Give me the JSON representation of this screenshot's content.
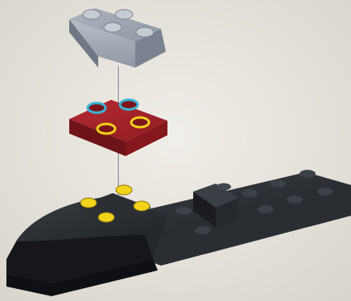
{
  "illustration": {
    "kind": "lego-exploded-assembly-step",
    "background": "#e6e3dc",
    "parts": [
      {
        "name": "gray-slope-brick",
        "color": "#8a93a0"
      },
      {
        "name": "red-plate-2x2",
        "color": "#9a1e24"
      },
      {
        "name": "black-base-assembly",
        "color": "#1f2226"
      }
    ],
    "highlight_colors": {
      "attach_points_yellow": "#f2d21a",
      "attach_points_cyan": "#3ab4d6"
    }
  }
}
